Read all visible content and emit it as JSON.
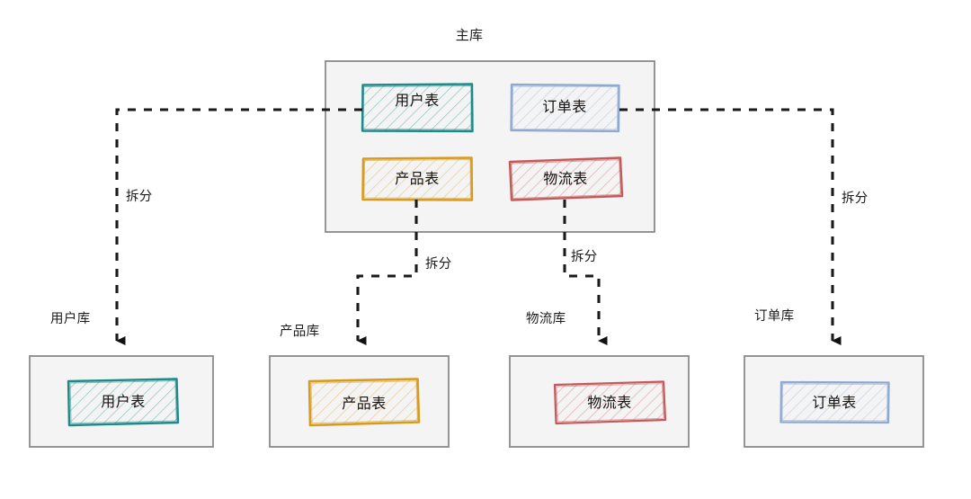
{
  "diagram": {
    "title": "主库",
    "split_label": "拆分",
    "main_store": {
      "label": "主库",
      "tables": [
        {
          "name": "用户表",
          "color": "#1d8a8a"
        },
        {
          "name": "订单表",
          "color": "#8fa8d4"
        },
        {
          "name": "产品表",
          "color": "#d79b1e"
        },
        {
          "name": "物流表",
          "color": "#c55a5a"
        }
      ]
    },
    "shards": [
      {
        "db_label": "用户库",
        "table": "用户表",
        "color": "#1d8a8a",
        "edge_label": "拆分"
      },
      {
        "db_label": "产品库",
        "table": "产品表",
        "color": "#d79b1e",
        "edge_label": "拆分"
      },
      {
        "db_label": "物流库",
        "table": "物流表",
        "color": "#c55a5a",
        "edge_label": "拆分"
      },
      {
        "db_label": "订单库",
        "table": "订单表",
        "color": "#8fa8d4",
        "edge_label": "拆分"
      }
    ],
    "colors": {
      "container_border": "#8a8a8a",
      "container_fill": "#f4f4f4",
      "connector": "#1a1a1a",
      "teal": "#1d8a8a",
      "blue": "#8fa8d4",
      "orange": "#d79b1e",
      "red": "#c55a5a"
    }
  }
}
